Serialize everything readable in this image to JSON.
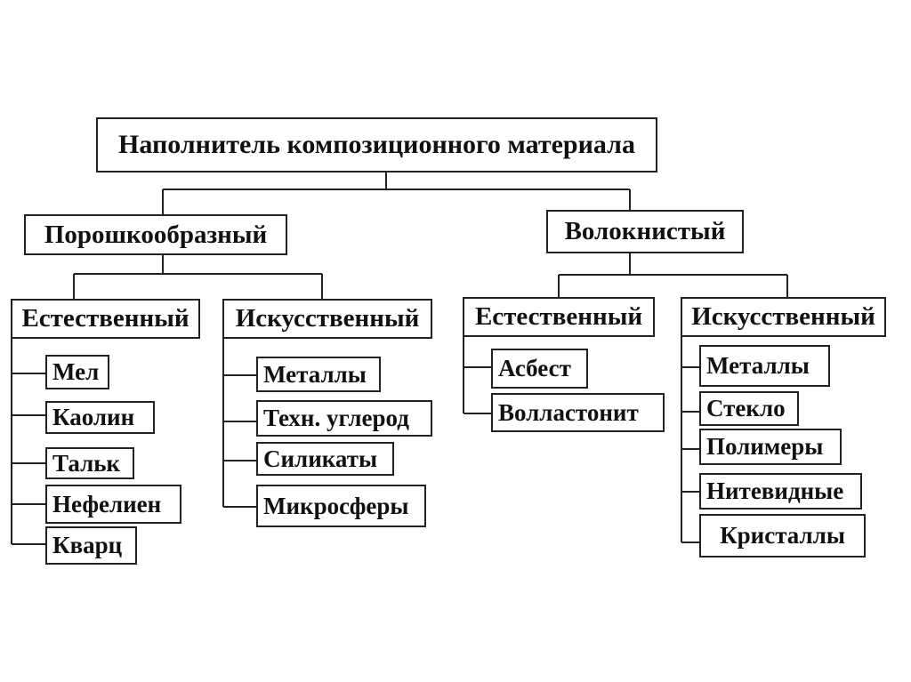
{
  "root": "Наполнитель композиционного материала",
  "powder": {
    "label": "Порошкообразный",
    "natural": {
      "label": "Естественный",
      "items": [
        "Мел",
        "Каолин",
        "Тальк",
        "Нефелиен",
        "Кварц"
      ]
    },
    "artificial": {
      "label": "Искусственный",
      "items": [
        "Металлы",
        "Техн. углерод",
        "Силикаты",
        "Микросферы"
      ]
    }
  },
  "fibrous": {
    "label": "Волокнистый",
    "natural": {
      "label": "Естественный",
      "items": [
        "Асбест",
        "Волластонит"
      ]
    },
    "artificial": {
      "label": "Искусственный",
      "items": [
        "Металлы",
        "Стекло",
        "Полимеры",
        "Нитевидные",
        "Кристаллы"
      ]
    }
  }
}
